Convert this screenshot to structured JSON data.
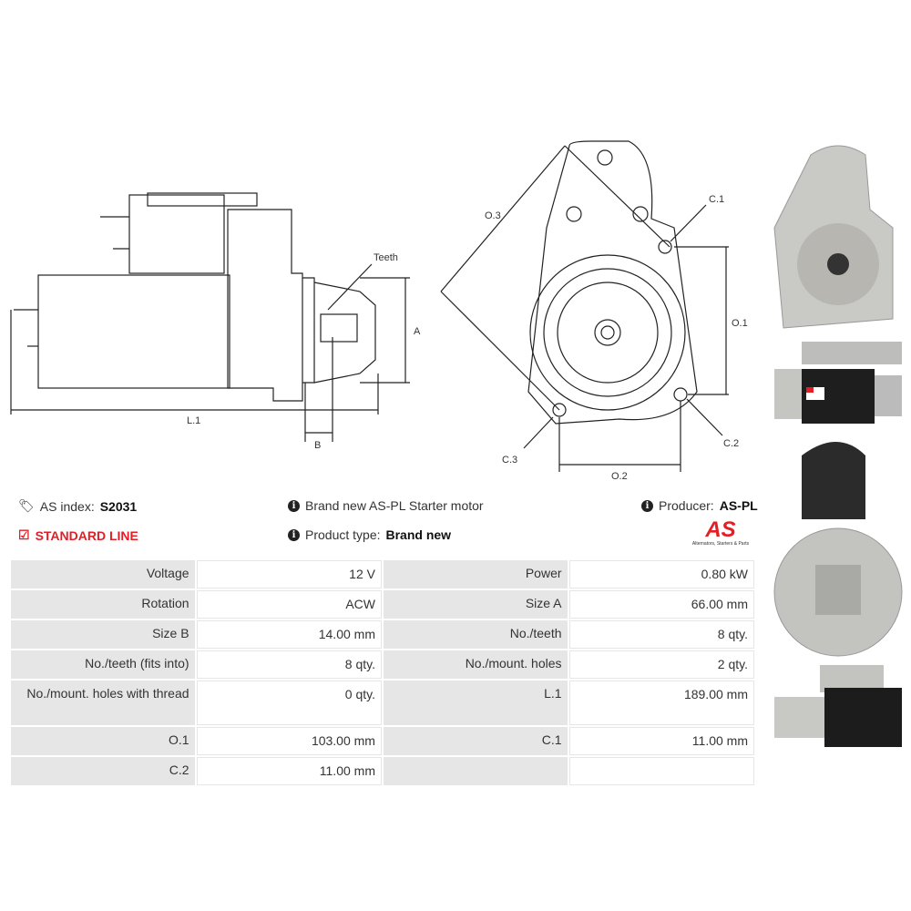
{
  "diagram_labels": {
    "teeth": "Teeth",
    "a": "A",
    "b": "B",
    "l1": "L.1",
    "o3": "O.3",
    "c1": "C.1",
    "o1": "O.1",
    "c2": "C.2",
    "c3": "C.3",
    "o2": "O.2"
  },
  "info": {
    "as_index_label": "AS index:",
    "as_index_value": "S2031",
    "description": "Brand new AS-PL Starter motor",
    "producer_label": "Producer:",
    "producer_value": "AS-PL",
    "line": "STANDARD LINE",
    "product_type_label": "Product type:",
    "product_type_value": "Brand new",
    "logo_text": "AS",
    "logo_tagline": "Alternators, Starters & Parts"
  },
  "specs": [
    [
      "Voltage",
      "12 V",
      "Power",
      "0.80 kW"
    ],
    [
      "Rotation",
      "ACW",
      "Size A",
      "66.00 mm"
    ],
    [
      "Size B",
      "14.00 mm",
      "No./teeth",
      "8 qty."
    ],
    [
      "No./teeth (fits into)",
      "8 qty.",
      "No./mount. holes",
      "2 qty."
    ],
    [
      "No./mount. holes with thread",
      "0 qty.",
      "L.1",
      "189.00 mm"
    ],
    [
      "O.1",
      "103.00 mm",
      "C.1",
      "11.00 mm"
    ],
    [
      "C.2",
      "11.00 mm",
      "",
      ""
    ]
  ],
  "colors": {
    "accent": "#e41e26",
    "label_bg": "#e6e6e6"
  }
}
